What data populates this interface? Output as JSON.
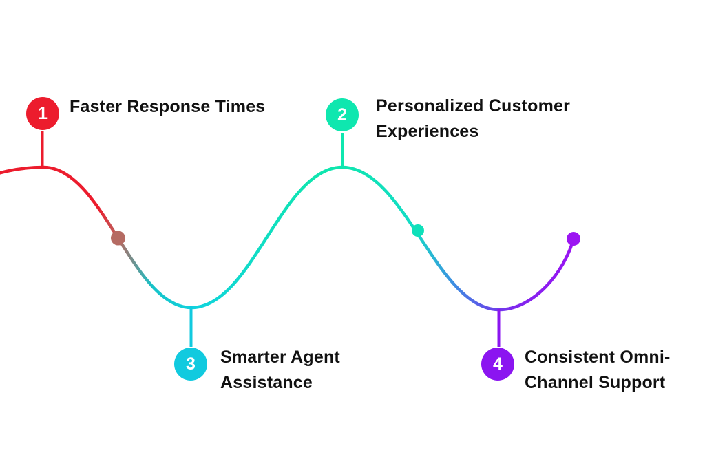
{
  "background": "#FFFFFF",
  "text_color": "#111111",
  "steps": [
    {
      "number": "1",
      "label": "Faster Response Times",
      "lines": [
        "Faster Response Times"
      ],
      "color": "#EC1C2D"
    },
    {
      "number": "2",
      "label": "Personalized Customer Experiences",
      "lines": [
        "Personalized Customer",
        "Experiences"
      ],
      "color": "#0FE7AF"
    },
    {
      "number": "3",
      "label": "Smarter Agent Assistance",
      "lines": [
        "Smarter Agent",
        "Assistance"
      ],
      "color": "#11CADF"
    },
    {
      "number": "4",
      "label": "Consistent Omni-Channel Support",
      "lines": [
        "Consistent Omni-",
        "Channel Support"
      ],
      "color": "#8B15F0"
    }
  ],
  "curve": {
    "gradient_stops": [
      {
        "offset": "0",
        "color": "#EC1C2D"
      },
      {
        "offset": "0.20",
        "color": "#EC1C2D"
      },
      {
        "offset": "0.235",
        "color": "#B56B63"
      },
      {
        "offset": "0.29",
        "color": "#16C2C8"
      },
      {
        "offset": "0.36",
        "color": "#10D3DE"
      },
      {
        "offset": "0.56",
        "color": "#0FE5B0"
      },
      {
        "offset": "0.61",
        "color": "#0FE6AE"
      },
      {
        "offset": "0.73",
        "color": "#13DCC6"
      },
      {
        "offset": "0.80",
        "color": "#3F8CE3"
      },
      {
        "offset": "0.85",
        "color": "#5E53E8"
      },
      {
        "offset": "0.90",
        "color": "#7F27EE"
      },
      {
        "offset": "1",
        "color": "#9913F2"
      }
    ],
    "dots": [
      {
        "name": "transition-dot-1",
        "color": "#B56B63"
      },
      {
        "name": "transition-dot-2",
        "color": "#0EE0BA"
      },
      {
        "name": "end-dot",
        "color": "#9C15F2"
      }
    ]
  }
}
